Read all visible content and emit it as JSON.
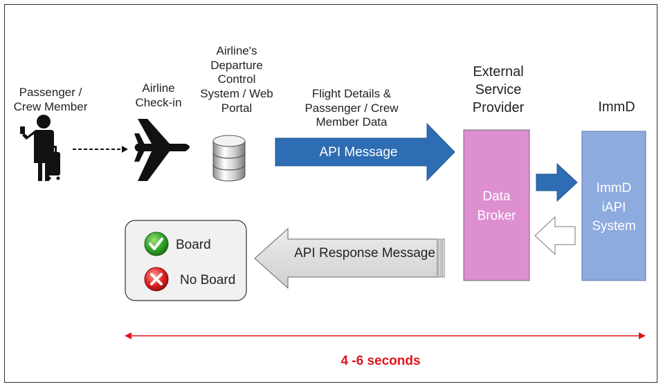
{
  "actors": {
    "passenger": {
      "line1": "Passenger /",
      "line2": "Crew Member",
      "icon": "traveler-with-luggage-icon"
    },
    "checkin": {
      "line1": "Airline",
      "line2": "Check-in",
      "icon": "airplane-icon"
    },
    "dcs": {
      "line1": "Airline's",
      "line2": "Departure",
      "line3": "Control",
      "line4": "System / Web",
      "line5": "Portal",
      "icon": "database-icon"
    }
  },
  "flight_data_label": {
    "line1": "Flight Details &",
    "line2": "Passenger / Crew",
    "line3": "Member Data"
  },
  "api_message": "API Message",
  "esp": {
    "heading_line1": "External",
    "heading_line2": "Service",
    "heading_line3": "Provider",
    "box_line1": "Data",
    "box_line2": "Broker"
  },
  "immd": {
    "heading": "ImmD",
    "box_line1": "ImmD",
    "box_line2": "iAPI",
    "box_line3": "System"
  },
  "response_message": "API Response Message",
  "outcomes": [
    {
      "label": "Board",
      "icon": "green-check-icon"
    },
    {
      "label": "No Board",
      "icon": "red-cross-icon"
    }
  ],
  "timing": "4 -6 seconds",
  "colors": {
    "arrow_blue": "#2e6db3",
    "broker_pink": "#dd8fd0",
    "immd_blue": "#8eabdf",
    "response_gray": "#dcdcdc",
    "timing_red": "#e0141c"
  }
}
